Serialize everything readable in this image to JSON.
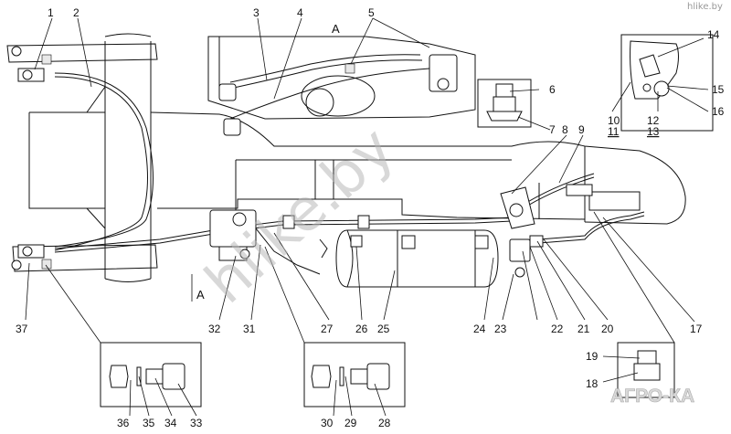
{
  "callouts": {
    "c1": "1",
    "c2": "2",
    "c3": "3",
    "c4": "4",
    "c5": "5",
    "c6": "6",
    "c7": "7",
    "c8": "8",
    "c9": "9",
    "c10": "10",
    "c11": "11",
    "c12": "12",
    "c13": "13",
    "c14": "14",
    "c15": "15",
    "c16": "16",
    "c17": "17",
    "c18": "18",
    "c19": "19",
    "c20": "20",
    "c21": "21",
    "c22": "22",
    "c23": "23",
    "c24": "24",
    "c25": "25",
    "c26": "26",
    "c27": "27",
    "c28": "28",
    "c29": "29",
    "c30": "30",
    "c31": "31",
    "c32": "32",
    "c33": "33",
    "c34": "34",
    "c35": "35",
    "c36": "36",
    "c37": "37"
  },
  "view_labels": {
    "top": "A",
    "bottom": "A"
  },
  "watermark": {
    "main": "hlike.by",
    "corner": "hlike.by"
  },
  "brand_logo": "АГРО-КА"
}
